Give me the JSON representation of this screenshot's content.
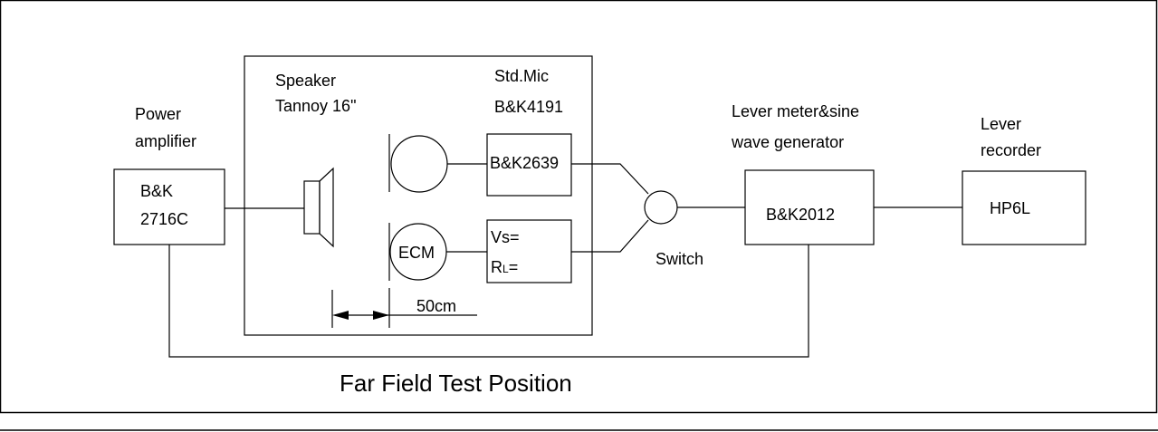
{
  "labels": {
    "power_amp_line1": "Power",
    "power_amp_line2": "amplifier",
    "power_amp_box_line1": "B&K",
    "power_amp_box_line2": "2716C",
    "speaker_line1": "Speaker",
    "speaker_line2": "Tannoy 16\"",
    "std_mic_line1": "Std.Mic",
    "std_mic_line2": "B&K4191",
    "bk2639": "B&K2639",
    "ecm": "ECM",
    "vs": "Vs=",
    "rl_main": "R",
    "rl_sub": "L",
    "rl_eq": "=",
    "distance": "50cm",
    "switch": "Switch",
    "level_meter_line1": "Lever meter&sine",
    "level_meter_line2": "wave generator",
    "bk2012": "B&K2012",
    "recorder_line1": "Lever",
    "recorder_line2": "recorder",
    "hp6l": "HP6L",
    "caption": "Far Field Test Position"
  }
}
